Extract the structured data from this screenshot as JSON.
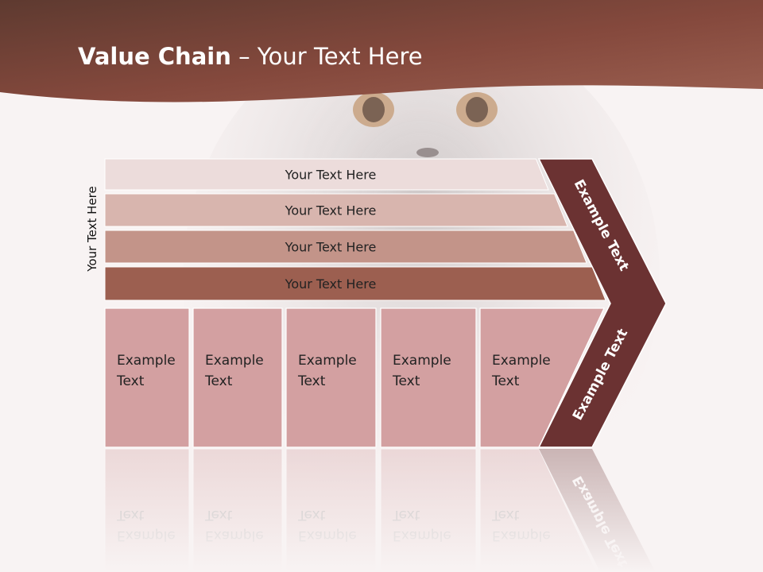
{
  "title": {
    "bold": "Value Chain",
    "rest": " – Your Text Here"
  },
  "side_label": "Your Text Here",
  "bars": [
    {
      "label": "Your Text Here",
      "color": "#ecdcdb"
    },
    {
      "label": "Your Text Here",
      "color": "#d8b5ae"
    },
    {
      "label": "Your Text Here",
      "color": "#c39489"
    },
    {
      "label": "Your Text Here",
      "color": "#9c5f50"
    }
  ],
  "boxes": [
    {
      "line1": "Example",
      "line2": "Text"
    },
    {
      "line1": "Example",
      "line2": "Text"
    },
    {
      "line1": "Example",
      "line2": "Text"
    },
    {
      "line1": "Example",
      "line2": "Text"
    },
    {
      "line1": "Example",
      "line2": "Text"
    }
  ],
  "chevron_top_label": "Example Text",
  "chevron_bottom_label": "Example Text",
  "colors": {
    "header": "#8a5048",
    "box_fill": "#d3a0a1",
    "chevron_fill": "#6b3232"
  }
}
